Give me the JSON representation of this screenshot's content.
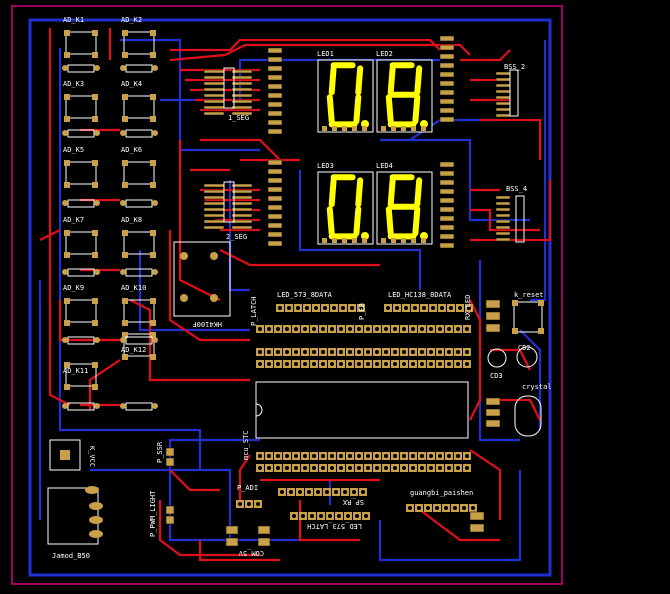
{
  "colors": {
    "background": "#000000",
    "board_outline": "#d6007a",
    "top_copper": "#e0101a",
    "bottom_copper": "#2030d0",
    "silkscreen": "#ffffff",
    "pad": "#c8a048",
    "digit_segment": "#ffff00"
  },
  "icons": [
    "seven-segment-display",
    "pcb-pad",
    "pcb-trace",
    "via"
  ],
  "components": {
    "ad_k1": "AD_K1",
    "ad_k2": "AD_K2",
    "ad_k3": "AD_K3",
    "ad_k4": "AD_K4",
    "ad_k5": "AD_K5",
    "ad_k6": "AD_K6",
    "ad_k7": "AD_K7",
    "ad_k8": "AD_K8",
    "ad_k9": "AD_K9",
    "ad_k10": "AD_K10",
    "ad_k11": "AD_K11",
    "ad_k12": "AD_K12",
    "led1": "LED1",
    "led2": "LED2",
    "led3": "LED3",
    "led4": "LED4",
    "seg1": "1_SEG",
    "seg2": "2_SEG",
    "bss_2": "BSS_2",
    "bss_4": "BSS_4",
    "hk": "HK4100F",
    "led573": "LED_573_8DATA",
    "ledhc138": "LED_HC138_8DATA",
    "k_reset": "k_reset",
    "cd2": "CD2",
    "cd3": "CD3",
    "crystal": "crystal",
    "mcu": "mcu_STC",
    "k_vcc": "K_VCC",
    "jamod": "Jamod_B50",
    "p_ssr": "P_SSR",
    "p_pwm": "P_PWM_LIGHT",
    "p_adi": "P_ADI",
    "com": "COM_5V",
    "led573latch": "LED_573_LATCH",
    "guangbi": "guangbi_paishen",
    "sp_rx": "SP_RX",
    "rx_led": "RX_LED",
    "p_latch": "P_LATCH",
    "p_fb": "P_FB"
  },
  "display_digits": {
    "led1": "0.",
    "led2": "8.",
    "led3": "0.",
    "led4": "8."
  }
}
